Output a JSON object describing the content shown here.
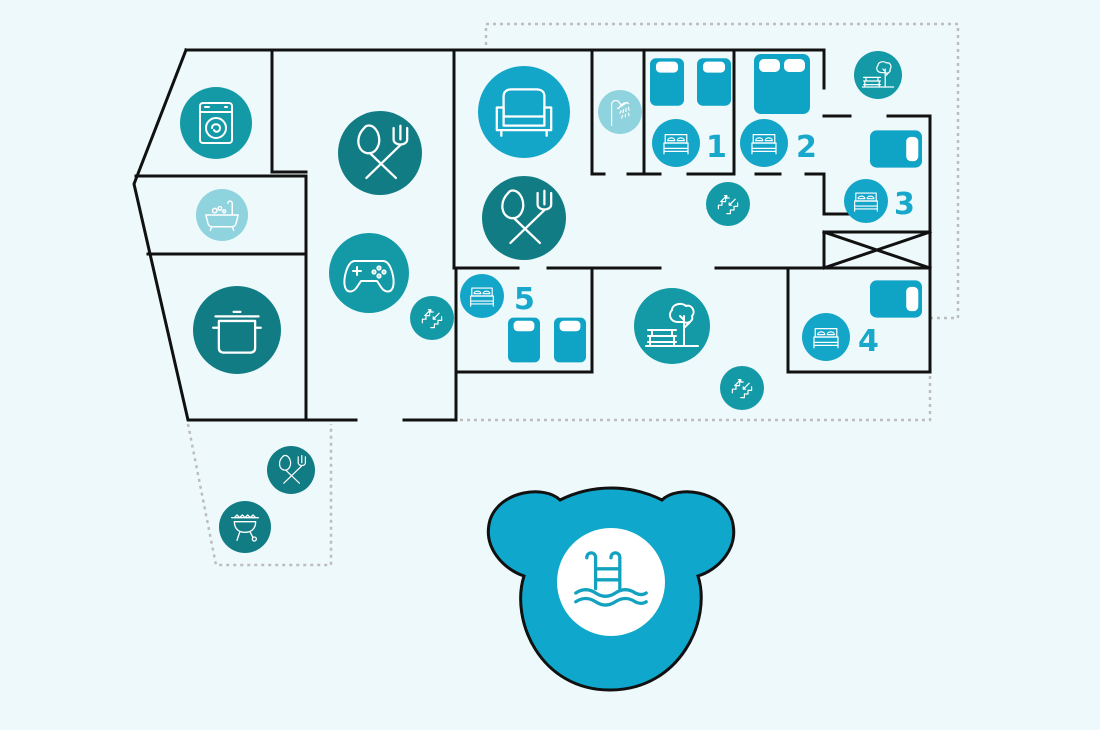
{
  "colors": {
    "background": "#eef9fb",
    "wall": "#111111",
    "outdoor_outline": "#bdbdbd",
    "teal_dark": "#127c85",
    "teal": "#139aa6",
    "blue": "#14a6c9",
    "pale": "#8fd3de",
    "bed_block": "#0fa3c6",
    "number": "#17a8cb"
  },
  "rooms": {
    "bedroom_1": {
      "number": "1"
    },
    "bedroom_2": {
      "number": "2"
    },
    "bedroom_3": {
      "number": "3"
    },
    "bedroom_4": {
      "number": "4"
    },
    "bedroom_5": {
      "number": "5"
    }
  },
  "icons": [
    "washing-machine-icon",
    "bathtub-icon",
    "cooking-pot-icon",
    "dining-icon",
    "game-controller-icon",
    "stairs-icon",
    "sofa-icon",
    "shower-icon",
    "double-bed-icon",
    "single-bed-icon",
    "garden-bench-icon",
    "barbecue-icon",
    "pool-ladder-icon"
  ]
}
